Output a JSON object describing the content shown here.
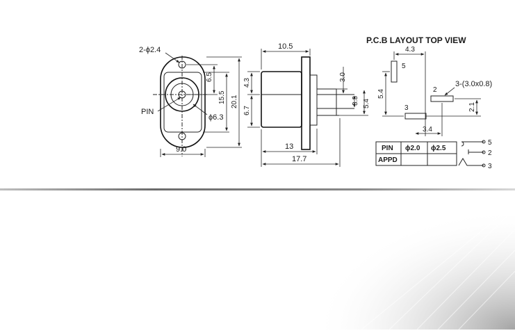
{
  "drawing": {
    "front_view": {
      "mount_holes": "2-ϕ2.4",
      "pin_label": "PIN",
      "pin_diameter": "ϕ6.3",
      "width": "9.0",
      "dim_hole_offset": "6.5",
      "dim_body_height": "15.5",
      "dim_total_height": "20.1"
    },
    "side_view": {
      "dim_top": "10.5",
      "dim_front": "4.3",
      "dim_pin_offset": "3.0",
      "dim_lower": "6.7",
      "dim_pin_spacing": "3.3",
      "dim_side": "5.4",
      "dim_body_length": "13",
      "dim_total_length": "17.7"
    },
    "pcb_layout": {
      "title": "P.C.B LAYOUT  TOP VIEW",
      "dim_top": "4.3",
      "dim_left": "5.4",
      "dim_right": "2.1",
      "dim_bottom": "3.4",
      "slots_label": "3-(3.0x0.8)",
      "pins": [
        "5",
        "2",
        "3"
      ]
    },
    "pin_table": {
      "headers": [
        "PIN",
        "ϕ2.0",
        "ϕ2.5"
      ],
      "row_label": "APPD"
    },
    "schematic_pins": [
      "5",
      "2",
      "3"
    ]
  }
}
